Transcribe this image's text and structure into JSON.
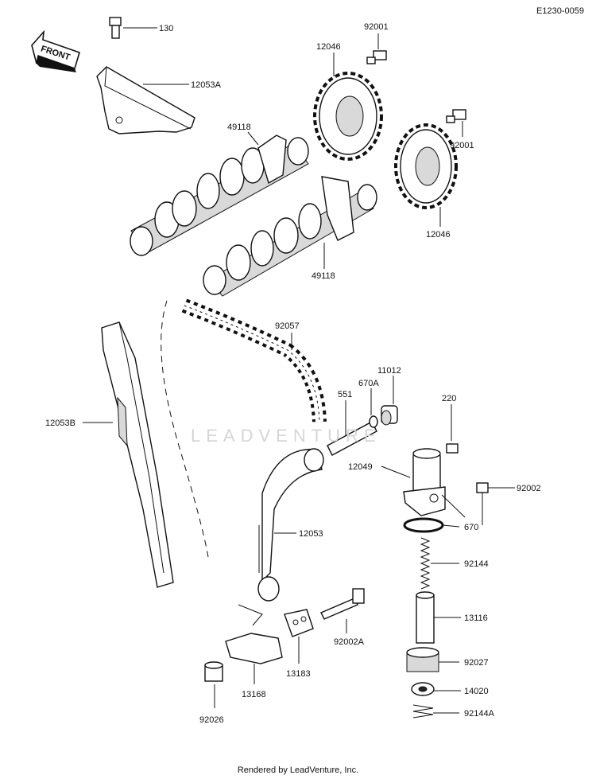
{
  "diagram_id": "E1230-0059",
  "front_label": "FRONT",
  "watermark": "LEADVENTURE",
  "footer": "Rendered by LeadVenture, Inc.",
  "callouts": [
    "130",
    "92001",
    "12046",
    "12053A",
    "49118",
    "92001",
    "12046",
    "49118",
    "92057",
    "12053B",
    "551",
    "670A",
    "11012",
    "220",
    "12049",
    "92002",
    "670",
    "12053",
    "92144",
    "13116",
    "92002A",
    "92027",
    "13183",
    "14020",
    "13168",
    "92144A",
    "92026"
  ]
}
